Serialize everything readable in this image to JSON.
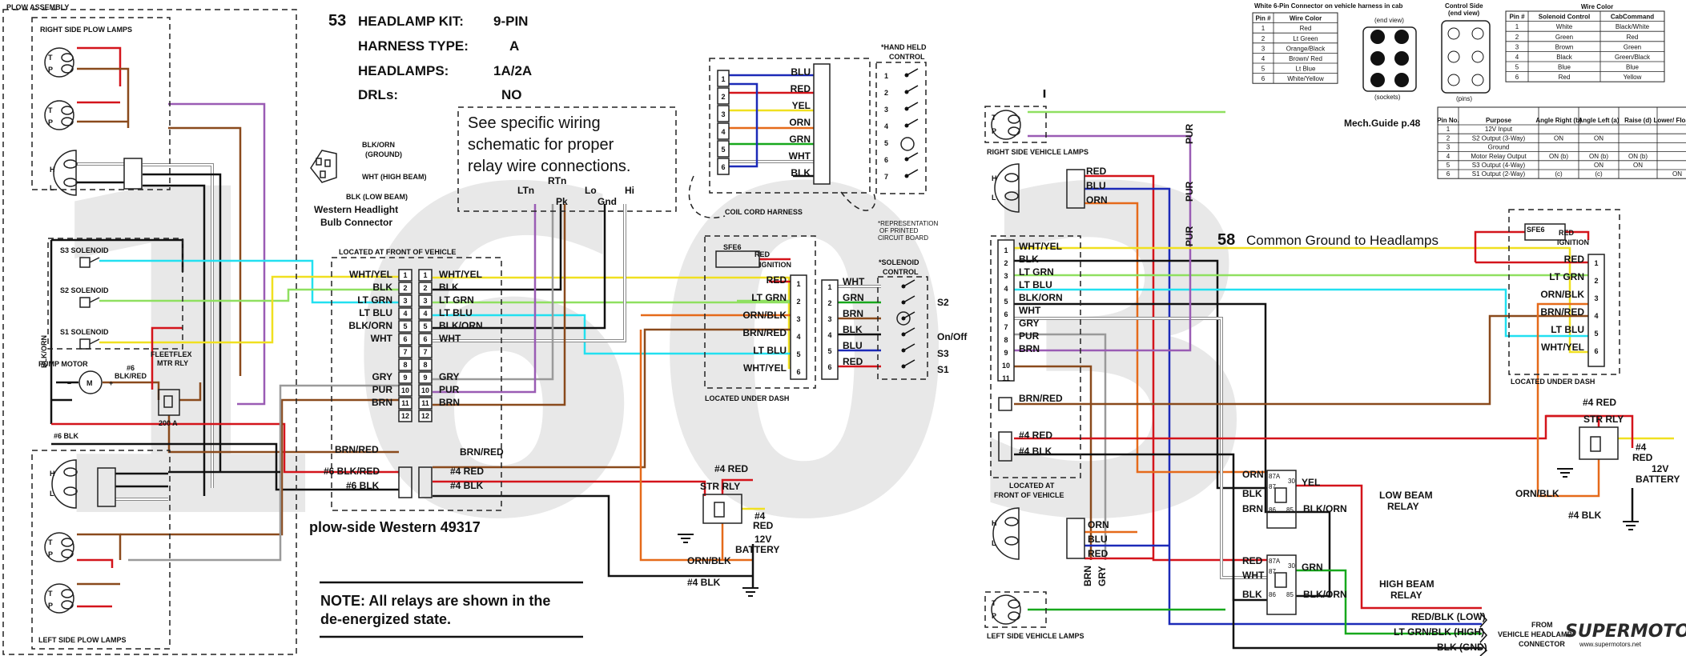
{
  "colors": {
    "red": "#d4141b",
    "brn": "#8a4a1c",
    "pur": "#9a5cb4",
    "blk": "#111111",
    "ltblu": "#22e0f0",
    "ltgrn": "#8fe060",
    "grn": "#17a81c",
    "yel": "#f0e020",
    "orn": "#e56a1a",
    "gry": "#9a9a9a",
    "blu": "#1c2ab8",
    "wht": "#ffffff"
  },
  "watermark": "1603",
  "header_53": {
    "number": "53",
    "kit_label": "HEADLAMP KIT:",
    "kit_value": "9-PIN",
    "harness_label": "HARNESS TYPE:",
    "harness_value": "A",
    "headlamps_label": "HEADLAMPS:",
    "headlamps_value": "1A/2A",
    "drls_label": "DRLs:",
    "drls_value": "NO"
  },
  "callout": {
    "line1": "See specific wiring",
    "line2": "schematic for proper",
    "line3": "relay wire connections."
  },
  "relay_terms": [
    "LTn",
    "RTn",
    "Pk",
    "Lo",
    "Gnd",
    "Hi"
  ],
  "plow_assembly": {
    "title": "PLOW ASSEMBLY",
    "right_lamps": "RIGHT SIDE PLOW LAMPS",
    "left_lamps": "LEFT SIDE PLOW LAMPS",
    "s3": "S3 SOLENOID",
    "s2": "S2 SOLENOID",
    "s1": "S1 SOLENOID",
    "pump": "PUMP MOTOR",
    "mtr_rly_1": "FLEETFLEX",
    "mtr_rly_2": "MTR RLY",
    "amp": "200 A",
    "blk_orn_side": "BLK/ORN",
    "six_blk_red": "#6",
    "six_blk_red2": "BLK/RED",
    "six_blk": "#6 BLK"
  },
  "bulb_connector": {
    "gnd": "BLK/ORN",
    "gnd2": "(GROUND)",
    "high": "WHT (HIGH BEAM)",
    "low": "BLK (LOW BEAM)",
    "title1": "Western Headlight",
    "title2": "Bulb Connector"
  },
  "front_connector": {
    "title": "LOCATED AT FRONT OF VEHICLE",
    "wires": [
      "WHT/YEL",
      "BLK",
      "LT GRN",
      "LT BLU",
      "BLK/ORN",
      "WHT",
      "",
      "",
      "GRY",
      "PUR",
      "BRN",
      ""
    ],
    "pins": [
      "1",
      "2",
      "3",
      "4",
      "5",
      "6",
      "7",
      "8",
      "9",
      "10",
      "11",
      "12"
    ],
    "bottom": [
      "BRN/RED",
      "#6 BLK/RED",
      "#6 BLK"
    ],
    "bottom_r": [
      "BRN/RED",
      "#4 RED",
      "#4 BLK"
    ],
    "caption": "plow-side Western 49317"
  },
  "coil_cord": {
    "title": "COIL CORD HARNESS",
    "wires": [
      "BLU",
      "RED",
      "YEL",
      "ORN",
      "GRN",
      "WHT",
      "BLK"
    ],
    "pins_l": [
      "1",
      "2",
      "3",
      "4",
      "5",
      "6"
    ],
    "pins_r": [
      "1",
      "2",
      "3",
      "4",
      "5",
      "6",
      "7"
    ]
  },
  "hand_held": {
    "title1": "*HAND HELD",
    "title2": "CONTROL"
  },
  "under_dash_left": {
    "fuse": "SFE6",
    "red": "RED",
    "ignition": "IGNITION",
    "wires": [
      "RED",
      "LT GRN",
      "ORN/BLK",
      "BRN/RED",
      "LT BLU",
      "WHT/YEL"
    ],
    "pins": [
      "1",
      "2",
      "3",
      "4",
      "5",
      "6"
    ],
    "title": "LOCATED UNDER DASH"
  },
  "solenoid_ctrl": {
    "note1": "*REPRESENTATION",
    "note2": "OF PRINTED",
    "note3": "CIRCUIT BOARD",
    "title1": "*SOLENOID",
    "title2": "CONTROL",
    "wires": [
      "WHT",
      "GRN",
      "BRN",
      "BLK",
      "BLU",
      "RED"
    ],
    "pins": [
      "1",
      "2",
      "3",
      "4",
      "5",
      "6"
    ],
    "labels": [
      "S2",
      "On/Off",
      "S3",
      "S1"
    ]
  },
  "str_rly_left": {
    "title": "STR RLY",
    "red4": "#4 RED",
    "red4b": "#4",
    "red4c": "RED",
    "battery1": "12V",
    "battery2": "BATTERY",
    "orn_blk": "ORN/BLK",
    "blk4": "#4 BLK"
  },
  "note": {
    "line1": "NOTE: All relays are shown in the",
    "line2": "de-energized state."
  },
  "header_58": {
    "number": "58",
    "title": "Common Ground to Headlamps"
  },
  "vehicle_lamps": {
    "right": "RIGHT SIDE VEHICLE LAMPS",
    "left": "LEFT SIDE VEHICLE LAMPS",
    "right_wires": [
      "RED",
      "BLU",
      "ORN"
    ],
    "left_wires": [
      "ORN",
      "BLU",
      "RED"
    ],
    "pur": "PUR",
    "pur2": "PUR",
    "pur3": "PUR",
    "brn": "BRN",
    "gry": "GRY"
  },
  "front_right": {
    "wires": [
      "WHT/YEL",
      "BLK",
      "LT GRN",
      "LT BLU",
      "BLK/ORN",
      "WHT",
      "GRY",
      "PUR",
      "BRN"
    ],
    "pins": [
      "1",
      "2",
      "3",
      "4",
      "5",
      "6",
      "7",
      "8",
      "9",
      "10",
      "11"
    ],
    "brn_red": "BRN/RED",
    "red4": "#4 RED",
    "blk4": "#4 BLK",
    "title1": "LOCATED AT",
    "title2": "FRONT OF VEHICLE"
  },
  "relays_right": {
    "low_l": [
      "ORN",
      "BLK",
      "BRN"
    ],
    "low_r": [
      "YEL",
      "BLK/ORN"
    ],
    "low_title1": "LOW BEAM",
    "low_title2": "RELAY",
    "high_l": [
      "RED",
      "WHT",
      "BLK"
    ],
    "high_r": [
      "GRN",
      "BLK/ORN"
    ],
    "high_title1": "HIGH BEAM",
    "high_title2": "RELAY",
    "terms": [
      "87A",
      "87",
      "30",
      "86",
      "85"
    ]
  },
  "headlamp_conn": {
    "wires": [
      "RED/BLK (LOW)",
      "LT GRN/BLK (HIGH)",
      "BLK (GND)"
    ],
    "title1": "FROM",
    "title2": "VEHICLE HEADLAMP",
    "title3": "CONNECTOR"
  },
  "under_dash_right": {
    "fuse": "SFE6",
    "red": "RED",
    "ignition": "IGNITION",
    "wires": [
      "RED",
      "LT GRN",
      "ORN/BLK",
      "BRN/RED",
      "LT BLU",
      "WHT/YEL"
    ],
    "pins": [
      "1",
      "2",
      "3",
      "4",
      "5",
      "6"
    ],
    "title": "LOCATED UNDER DASH"
  },
  "str_rly_right": {
    "red4": "#4 RED",
    "title": "STR RLY",
    "red4b": "#4",
    "red4c": "RED",
    "battery1": "12V",
    "battery2": "BATTERY",
    "orn_blk": "ORN/BLK",
    "blk4": "#4 BLK"
  },
  "table_6pin": {
    "title": "White 6-Pin Connector on vehicle harness in cab",
    "headers": [
      "Pin #",
      "Wire Color"
    ],
    "rows": [
      [
        "1",
        "Red"
      ],
      [
        "2",
        "Lt Green"
      ],
      [
        "3",
        "Orange/Black"
      ],
      [
        "4",
        "Brown/ Red"
      ],
      [
        "5",
        "Lt Blue"
      ],
      [
        "6",
        "White/Yellow"
      ]
    ],
    "end_view": "(end view)",
    "sockets": "(sockets)",
    "control_side1": "Control Side",
    "control_side2": "(end view)",
    "pins_label": "(pins)"
  },
  "table_wire_color": {
    "title": "Wire Color",
    "headers": [
      "Pin #",
      "Solenoid Control",
      "CabCommand"
    ],
    "rows": [
      [
        "1",
        "White",
        "Black/White"
      ],
      [
        "2",
        "Green",
        "Red"
      ],
      [
        "3",
        "Brown",
        "Green"
      ],
      [
        "4",
        "Black",
        "Green/Black"
      ],
      [
        "5",
        "Blue",
        "Blue"
      ],
      [
        "6",
        "Red",
        "Yellow"
      ]
    ]
  },
  "mech_guide": "Mech.Guide p.48",
  "table_purpose": {
    "headers": [
      "Pin No.",
      "Purpose",
      "Angle Right (b)",
      "Angle Left (a)",
      "Raise (d)",
      "Lower/ Float (c)"
    ],
    "rows": [
      [
        "1",
        "12V Input",
        "",
        "",
        "",
        ""
      ],
      [
        "2",
        "S2 Output (3-Way)",
        "ON",
        "ON",
        "",
        ""
      ],
      [
        "3",
        "Ground",
        "",
        "",
        "",
        ""
      ],
      [
        "4",
        "Motor Relay Output",
        "ON (b)",
        "ON (b)",
        "ON (b)",
        ""
      ],
      [
        "5",
        "S3 Output (4-Way)",
        "",
        "ON",
        "ON",
        ""
      ],
      [
        "6",
        "S1 Output (2-Way)",
        "(c)",
        "(c)",
        "",
        "ON"
      ]
    ]
  },
  "brand": "SUPERMOTORS",
  "brand_url": "www.supermotors.net"
}
